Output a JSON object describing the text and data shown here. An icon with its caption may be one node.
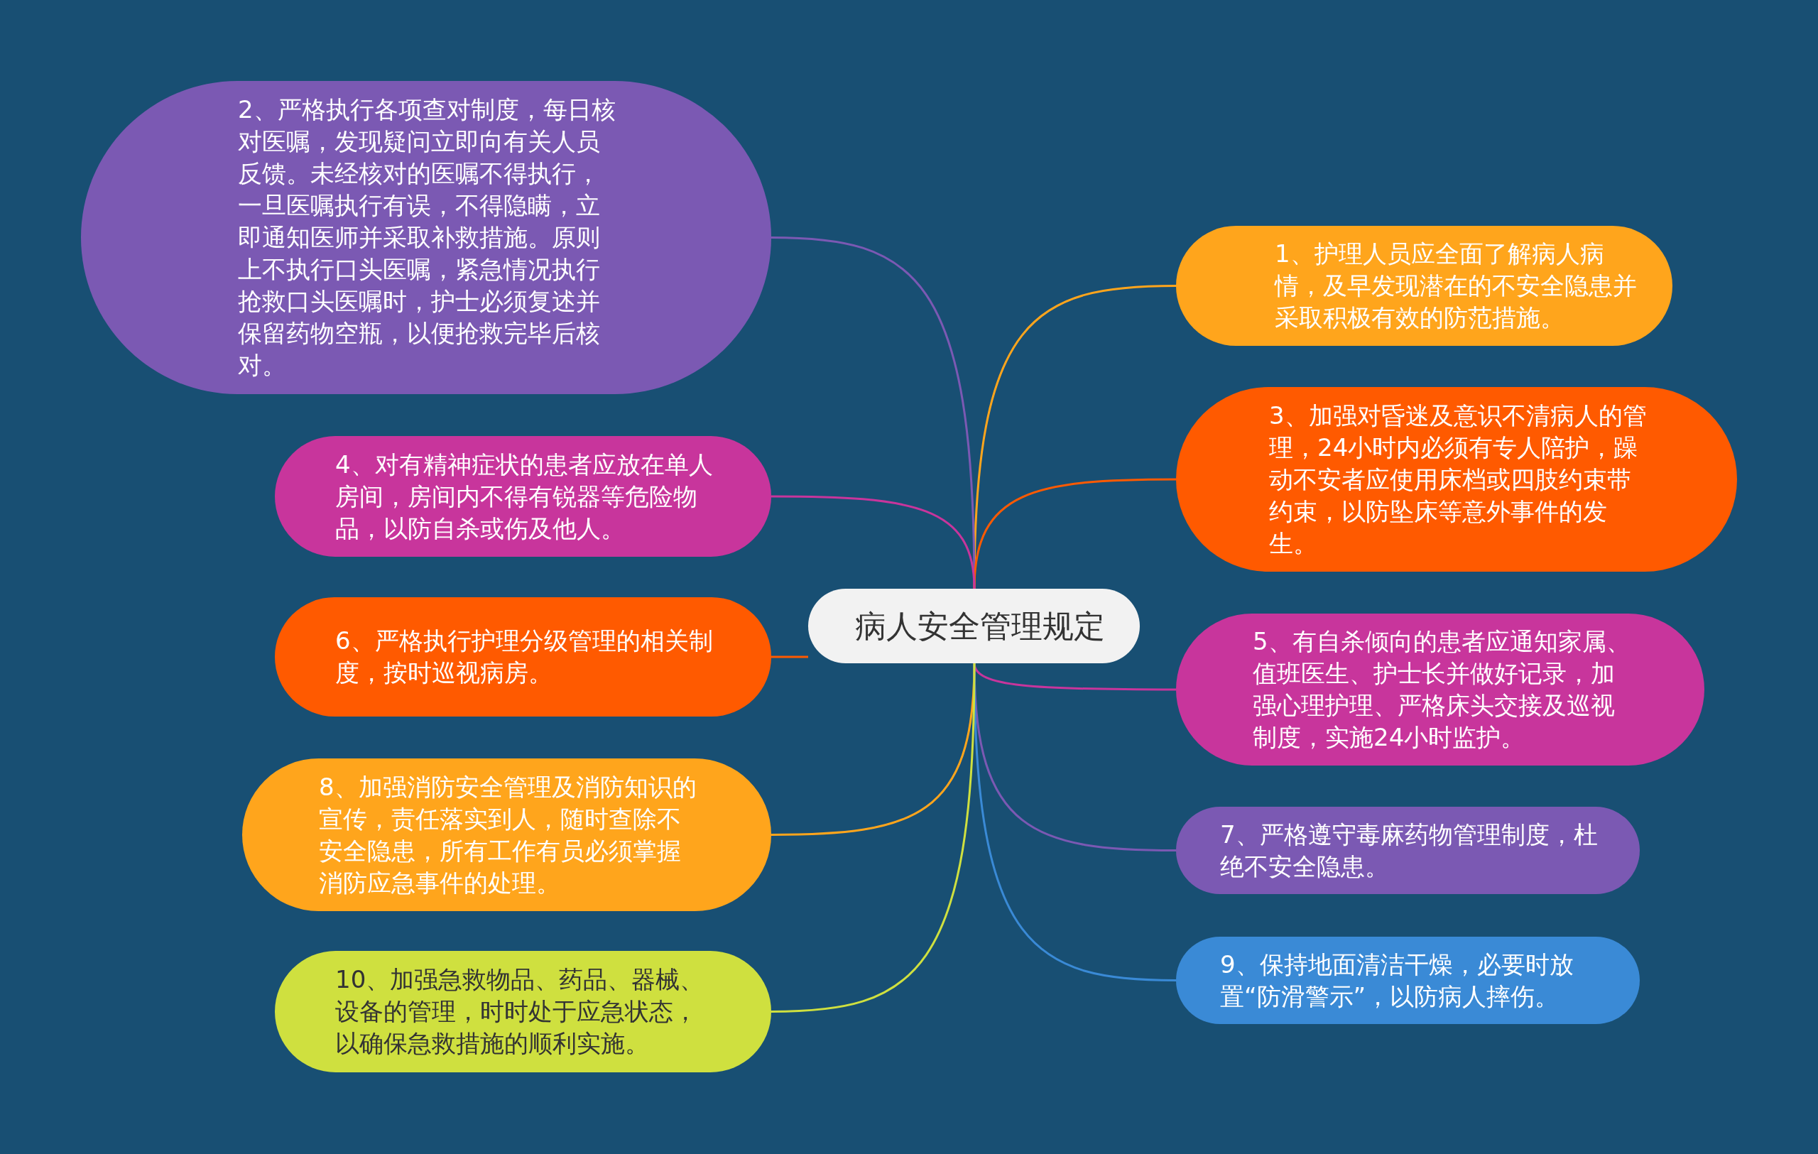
{
  "diagram": {
    "nodes": [
      {
        "text": [
          "病人安全管理规定"
        ]
      },
      {
        "text": [
          "1、护理人员应全面了解病人病情，及早发现潜在的不安全隐患并采取积极有效的防范措施。"
        ]
      },
      {
        "text": [
          "2、严格执行各项查对制度，每日核对医嘱，发现疑问立即向有关人员反馈。未经核对的医嘱不得执行，一旦医嘱执行有误，不得隐瞒，立即通知医师并采取补救措施。原则上不执行口头医嘱，紧急情况执行抢救口头医嘱时，护士必须复述并保留药物空瓶，以便抢救完毕后核对。"
        ]
      },
      {
        "text": [
          "3、加强对昏迷及意识不清病人的管理，24小时内必须有专人陪护，躁动不安者应使用床档或四肢约束带约束，以防坠床等意外事件的发生。"
        ]
      },
      {
        "text": [
          "4、对有精神症状的患者应放在单人房间，房间内不得有锐器等危险物品，以防自杀或伤及他人。"
        ]
      },
      {
        "text": [
          "5、有自杀倾向的患者应通知家属、值班医生、护士长并做好记录，加强心理护理、严格床头交接及巡视制度，实施24小时监护。"
        ]
      },
      {
        "text": [
          "6、严格执行护理分级管理的相关制度，按时巡视病房。"
        ]
      },
      {
        "text": [
          "7、严格遵守毒麻药物管理制度，杜绝不安全隐患。"
        ]
      },
      {
        "text": [
          "8、加强消防安全管理及消防知识的宣传，责任落实到人，随时查除不安全隐患，所有工作有员必须掌握消防应急事件的处理。"
        ]
      },
      {
        "text": [
          "9、保持地面清洁干燥，必要时放置“防滑警示”，以防病人摔伤。"
        ]
      },
      {
        "text": [
          "10、加强急救物品、药品、器械、设备的管理，时时处于应急状态，以确保急救措施的顺利实施。"
        ]
      }
    ],
    "edges": [
      {
        "from": 0,
        "to": 1,
        "arrow": "none",
        "color": "#ffa51c"
      },
      {
        "from": 0,
        "to": 2,
        "arrow": "none",
        "color": "#7b59b3"
      },
      {
        "from": 0,
        "to": 3,
        "arrow": "none",
        "color": "#ff5a00"
      },
      {
        "from": 0,
        "to": 4,
        "arrow": "none",
        "color": "#c8359c"
      },
      {
        "from": 0,
        "to": 5,
        "arrow": "none",
        "color": "#c8359c"
      },
      {
        "from": 0,
        "to": 6,
        "arrow": "none",
        "color": "#ff5a00"
      },
      {
        "from": 0,
        "to": 7,
        "arrow": "none",
        "color": "#7b59b3"
      },
      {
        "from": 0,
        "to": 8,
        "arrow": "none",
        "color": "#ffa51c"
      },
      {
        "from": 0,
        "to": 9,
        "arrow": "none",
        "color": "#3a8ad6"
      },
      {
        "from": 0,
        "to": 10,
        "arrow": "none",
        "color": "#cfe03f"
      }
    ]
  }
}
